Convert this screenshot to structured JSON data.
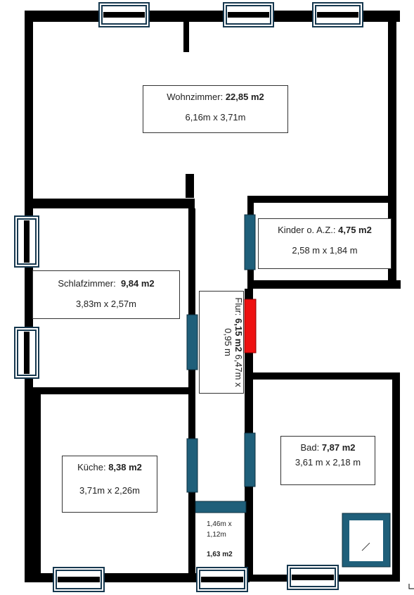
{
  "rooms": {
    "wohnzimmer": {
      "name": "Wohnzimmer:",
      "area": "22,85 m2",
      "dims": "6,16m x 3,71m"
    },
    "kinder": {
      "name": "Kinder o. A.Z.:",
      "area": "4,75 m2",
      "dims": "2,58 m x 1,84 m"
    },
    "schlafzimmer": {
      "name": "Schlafzimmer:",
      "area": "9,84 m2",
      "dims": "3,83m x 2,57m"
    },
    "flur": {
      "name": "Flur:",
      "area": "6,15 m2",
      "dims": "6,47m x 0,95 m"
    },
    "kueche": {
      "name": "Küche:",
      "area": "8,38 m2",
      "dims": "3,71m x 2,26m"
    },
    "bad": {
      "name": "Bad:",
      "area": "7,87 m2",
      "dims": "3,61 m x 2,18 m"
    },
    "wc": {
      "dims_line1": "1,46m x",
      "dims_line2": "1,12m",
      "area": "1,63 m2"
    }
  },
  "colors": {
    "wall": "#000000",
    "door": "#1f5f7a",
    "door_highlight": "#ee1111",
    "window_frame": "#16384f",
    "shower": "#1f5f7a"
  }
}
